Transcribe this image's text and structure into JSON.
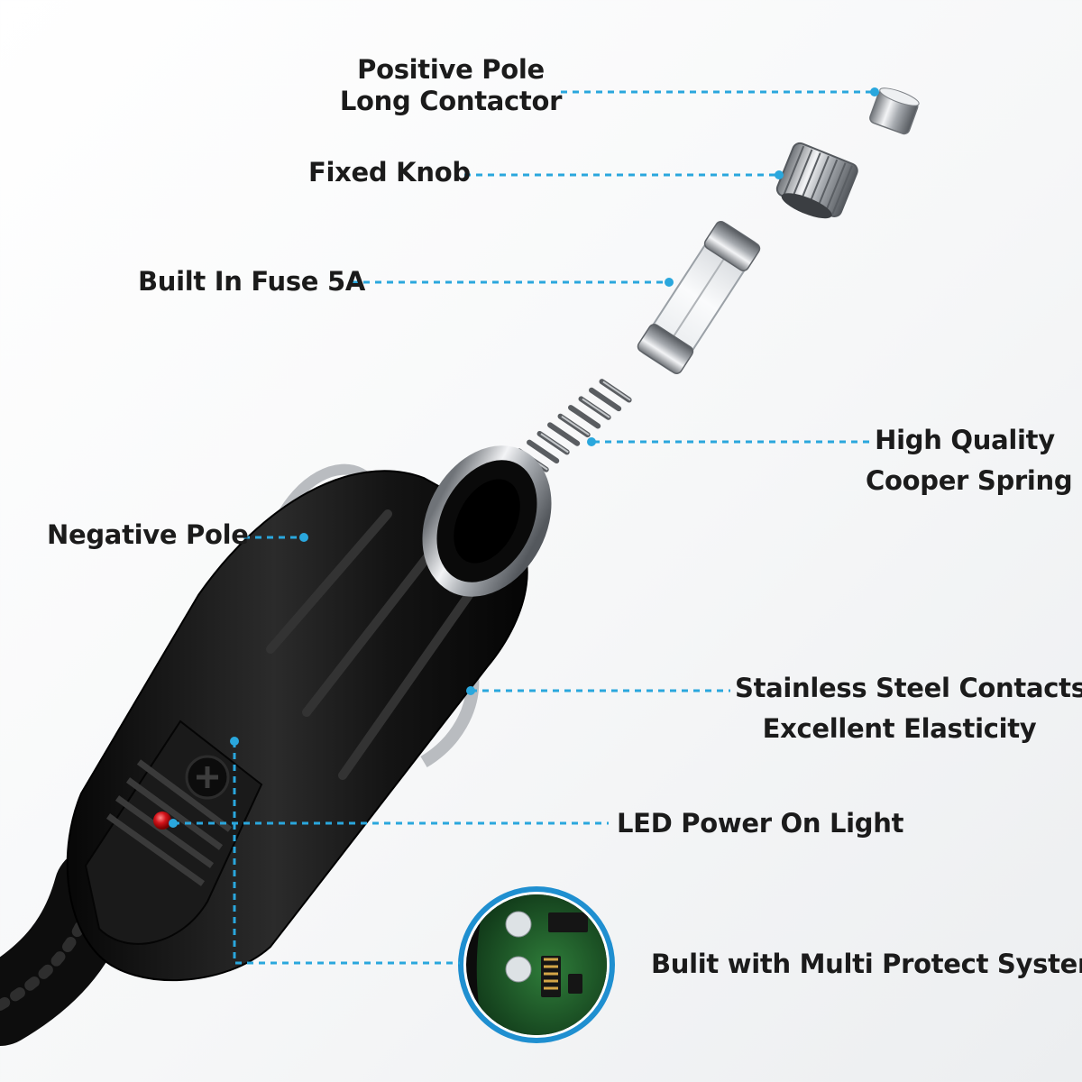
{
  "labels": {
    "positive_pole": {
      "line1": "Positive Pole",
      "line2": "Long Contactor"
    },
    "fixed_knob": "Fixed Knob",
    "built_in_fuse": "Built In Fuse 5A",
    "spring": {
      "line1": "High Quality",
      "line2": "Cooper Spring"
    },
    "negative_pole": "Negative Pole",
    "stainless_contacts": {
      "line1": "Stainless Steel Contacts",
      "line2": "Excellent Elasticity"
    },
    "led_light": "LED Power On Light",
    "multi_protect": "Bulit with Multi Protect System"
  },
  "colors": {
    "leader_line": "#2aa7dd",
    "plug_body": "#151515",
    "led": "#d3131a",
    "pcb": "#1f5e2a",
    "chrome": "#c9ccd0"
  }
}
